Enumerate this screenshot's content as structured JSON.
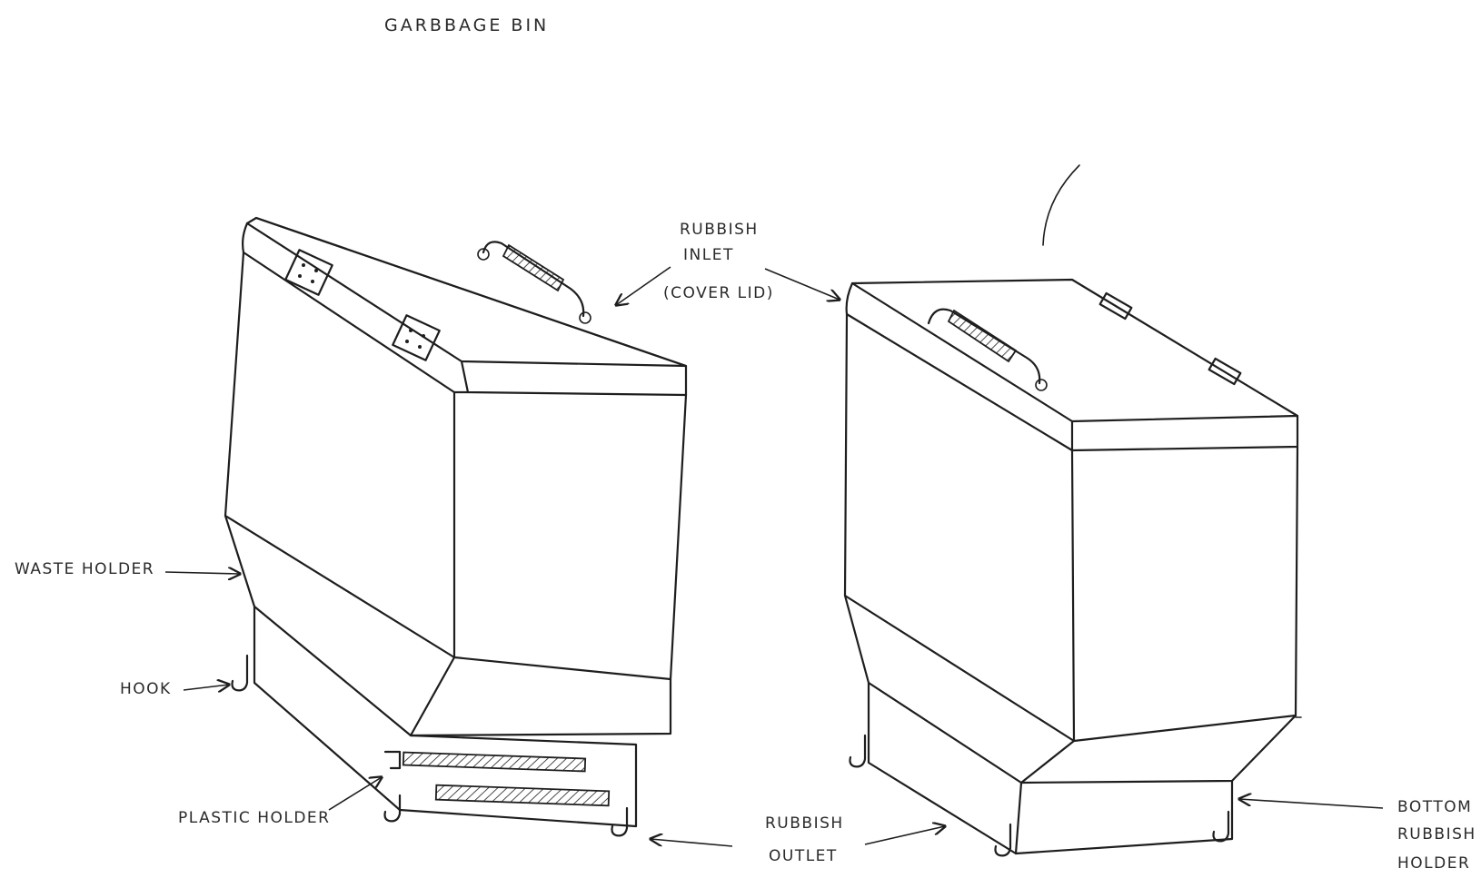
{
  "title": "Garbbage bin",
  "labels": {
    "rubbish_inlet_line1": "Rubbish",
    "rubbish_inlet_line2": "Inlet",
    "cover_lid": "(Cover lid)",
    "waste_holder": "Waste holder",
    "hook": "Hook",
    "plastic_holder": "Plastic holder",
    "rubbish_outlet_line1": "Rubbish",
    "rubbish_outlet_line2": "Outlet",
    "bottom_rubbish_holder_line1": "Bottom",
    "bottom_rubbish_holder_line2": "Rubbish",
    "bottom_rubbish_holder_line3": "Holder"
  }
}
